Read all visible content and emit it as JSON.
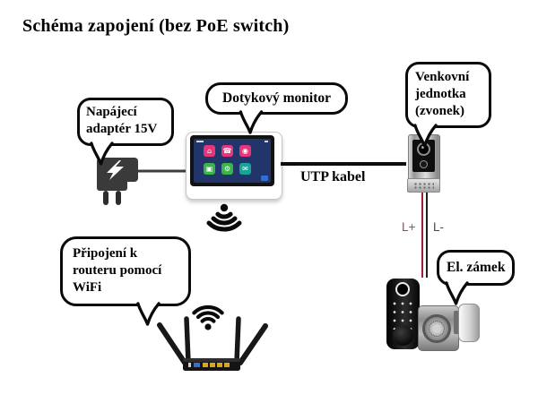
{
  "title": "Schéma zapojení (bez PoE switch)",
  "callouts": {
    "power_adapter": "Napájecí adaptér 15V",
    "touch_monitor": "Dotykový monitor",
    "outdoor_unit": "Venkovní jednotka (zvonek)",
    "wifi_connection": "Připojení k routeru pomocí WiFi",
    "electric_lock": "El. zámek"
  },
  "labels": {
    "utp_cable": "UTP kabel",
    "wire_positive": "L+",
    "wire_negative": "L-"
  },
  "monitor": {
    "tiles": [
      {
        "glyph": "⌂",
        "color": "#e6357a"
      },
      {
        "glyph": "☎",
        "color": "#e6357a"
      },
      {
        "glyph": "◉",
        "color": "#e6357a"
      },
      {
        "glyph": "▣",
        "color": "#3ab54a"
      },
      {
        "glyph": "⚙",
        "color": "#3ab54a"
      },
      {
        "glyph": "✉",
        "color": "#17a398"
      }
    ],
    "screen_background": "#21356b"
  },
  "colors": {
    "wire_positive_label": "#cf3347",
    "wire_negative_label": "#4a4a4a",
    "wire_positive_line": "#9e2235",
    "wire_negative_line": "#1f1f1f",
    "tile_pink": "#e6357a",
    "tile_green": "#3ab54a",
    "tile_teal": "#17a398",
    "router_port_blue": "#3a6fc4",
    "router_port_yellow": "#d9a520"
  },
  "icons": {
    "wifi_down": "wifi-signal-down-icon",
    "wifi_up": "wifi-signal-up-icon",
    "lightning_bolt": "lightning-bolt-icon"
  }
}
